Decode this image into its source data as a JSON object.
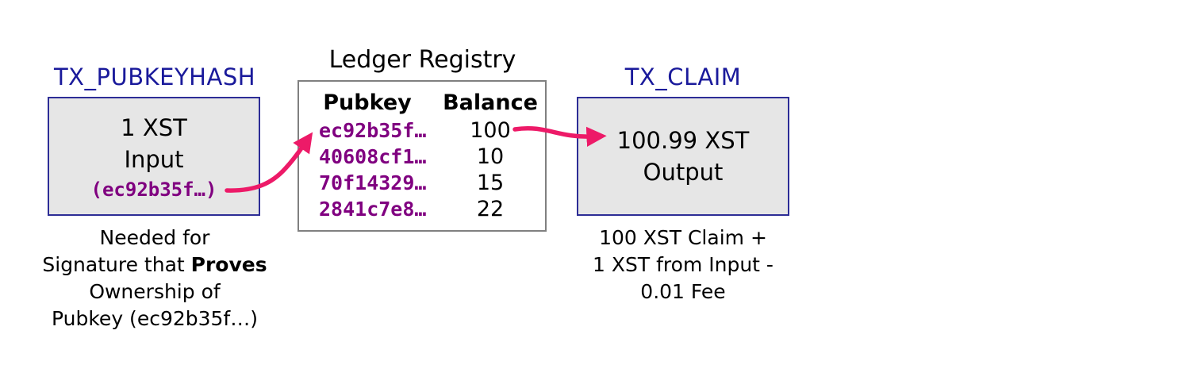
{
  "diagram": {
    "tx_pubkeyhash": {
      "title": "TX_PUBKEYHASH",
      "line1": "1 XST",
      "line2": "Input",
      "pubkey": "(ec92b35f…)"
    },
    "ledger": {
      "title": "Ledger Registry",
      "columns": {
        "pubkey": "Pubkey",
        "balance": "Balance"
      },
      "rows": [
        {
          "pubkey": "ec92b35f…",
          "balance": "100"
        },
        {
          "pubkey": "40608cf1…",
          "balance": "10"
        },
        {
          "pubkey": "70f14329…",
          "balance": "15"
        },
        {
          "pubkey": "2841c7e8…",
          "balance": "22"
        }
      ]
    },
    "tx_claim": {
      "title": "TX_CLAIM",
      "line1": "100.99 XST",
      "line2": "Output"
    },
    "captions": {
      "left": {
        "line1": "Needed for",
        "line2_regular": "Signature that ",
        "line2_bold": "Proves",
        "line3": "Ownership of",
        "line4": "Pubkey (ec92b35f…)"
      },
      "right": {
        "line1": "100 XST Claim +",
        "line2": "1 XST from Input -",
        "line3": "0.01 Fee"
      }
    },
    "colors": {
      "title_navy": "#1a1a9b",
      "box_border_navy": "#2d2d96",
      "box_fill_gray": "#e6e6e6",
      "table_border_gray": "#808080",
      "pubkey_purple": "#800080",
      "arrow_pink": "#ed1a68"
    }
  }
}
